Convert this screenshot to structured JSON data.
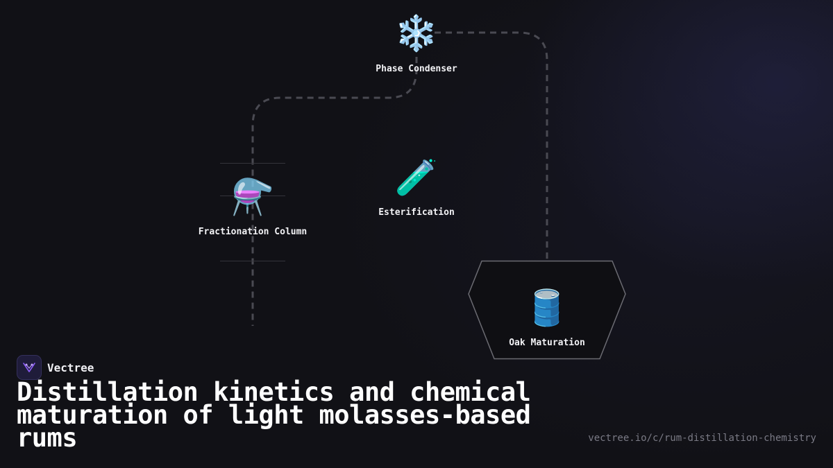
{
  "brand": {
    "name": "Vectree",
    "logo_icon": "vectree-logo-icon",
    "accent": "#8b5cf6"
  },
  "title": "Distillation kinetics and chemical maturation of light molasses-based rums",
  "url": "vectree.io/c/rum-distillation-chemistry",
  "nodes": [
    {
      "id": "phase-condenser",
      "label": "Phase Condenser",
      "icon": "❄️",
      "icon_name": "snowflake-icon"
    },
    {
      "id": "fractionation-column",
      "label": "Fractionation Column",
      "icon": "⚗️",
      "icon_name": "alembic-icon"
    },
    {
      "id": "esterification",
      "label": "Esterification",
      "icon": "🧪",
      "icon_name": "test-tube-icon"
    },
    {
      "id": "oak-maturation",
      "label": "Oak Maturation",
      "icon": "🛢️",
      "icon_name": "barrel-icon"
    }
  ],
  "colors": {
    "background": "#111116",
    "edge": "#4a4a52",
    "hexagon": "#6b6b72"
  }
}
